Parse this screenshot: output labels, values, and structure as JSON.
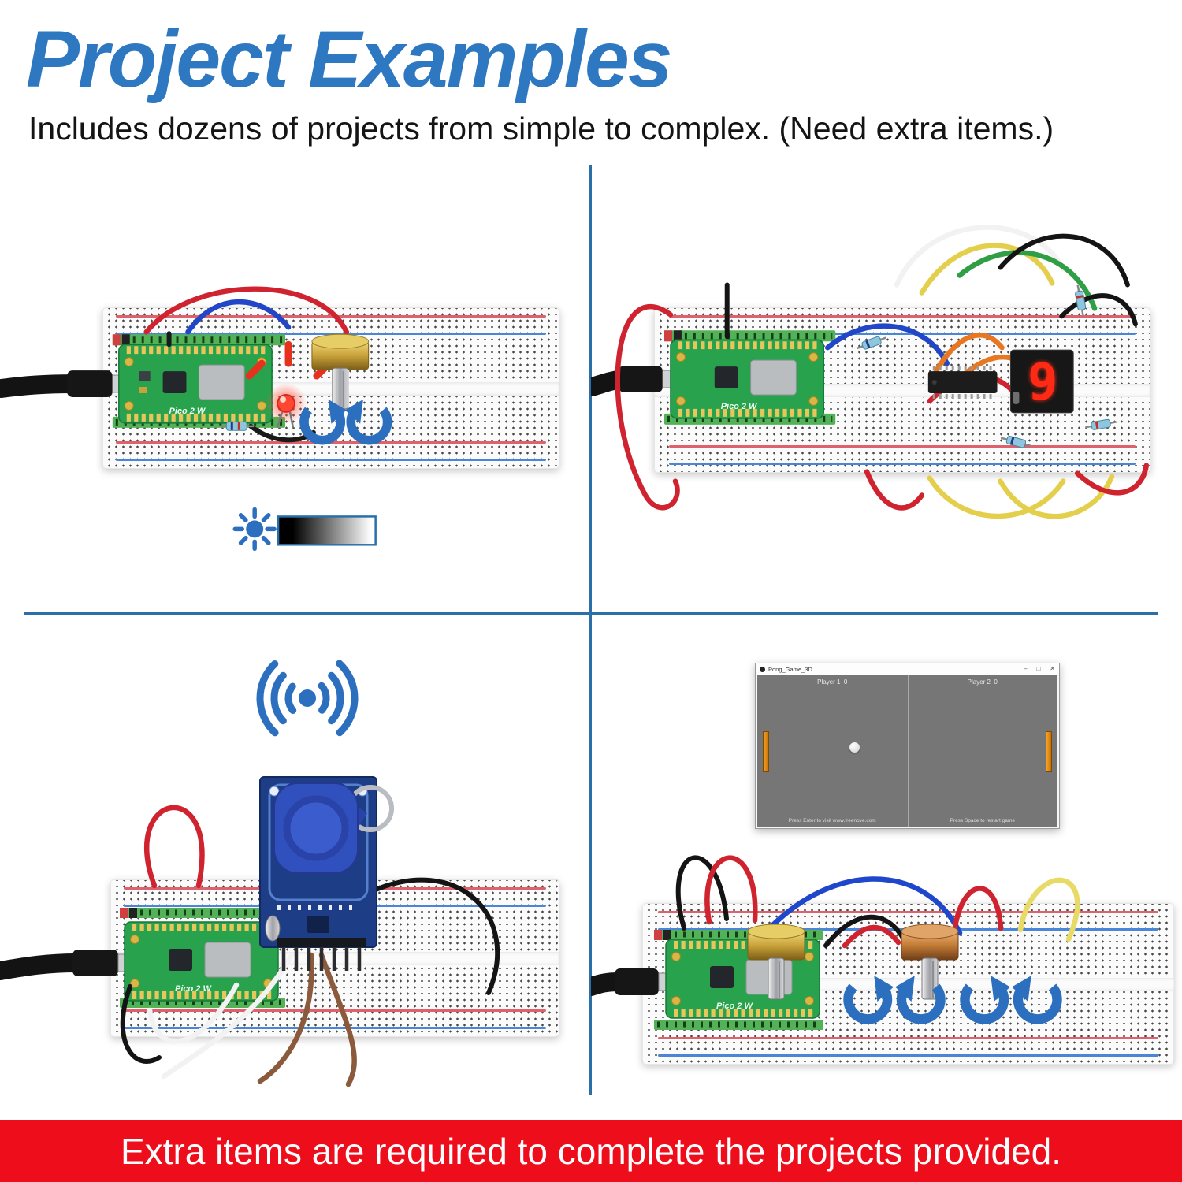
{
  "header": {
    "title": "Project Examples",
    "subtitle": "Includes dozens of projects from simple to complex. (Need extra items.)"
  },
  "banner": {
    "text": "Extra items are required to complete the projects provided."
  },
  "colors": {
    "title_blue": "#2e78c2",
    "divider_blue": "#2b6fa9",
    "banner_red": "#ee0d1b",
    "annotation_blue": "#2b6fbe",
    "pico_green": "#29a24e",
    "paddle_orange": "#e0820e",
    "led_red": "#f03224",
    "segment_red": "#ff2b12"
  },
  "boards": {
    "pico_label": "Pico 2 W"
  },
  "displays": {
    "seven_segment_digit": "9"
  },
  "pong": {
    "window_title": "Pong_Game_3D",
    "player1_score": "Player 1  0",
    "player2_score": "Player 2  0",
    "footer_left": "Press Enter to visit www.freenove.com",
    "footer_right": "Press Space to restart game",
    "minimize": "–",
    "maximize": "□",
    "close": "✕"
  }
}
